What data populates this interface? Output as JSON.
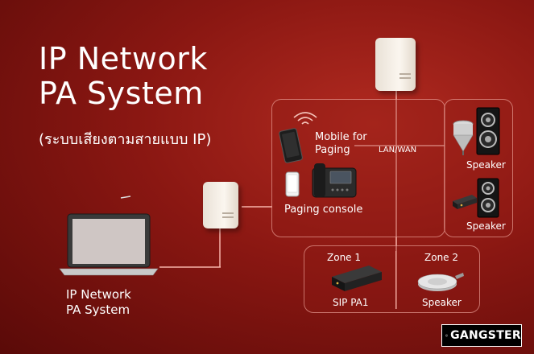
{
  "title_line1": "IP Network",
  "title_line2": "PA System",
  "subtitle": "(ระบบเสียงตามสายแบบ IP)",
  "laptop_label_line1": "IP Network",
  "laptop_label_line2": "PA System",
  "mobile_label": "Mobile for Paging",
  "console_label": "Paging console",
  "network_label": "LAN/WAN",
  "speaker1_label": "Speaker",
  "speaker2_label": "Speaker",
  "zone1_title": "Zone 1",
  "zone1_device": "SIP PA1",
  "zone2_title": "Zone 2",
  "zone2_device": "Speaker",
  "brand_logo_text": "GANGSTER",
  "colors": {
    "background": "#8a1712",
    "panel_border": "#f0b0a8",
    "line": "#f0b0a8"
  }
}
